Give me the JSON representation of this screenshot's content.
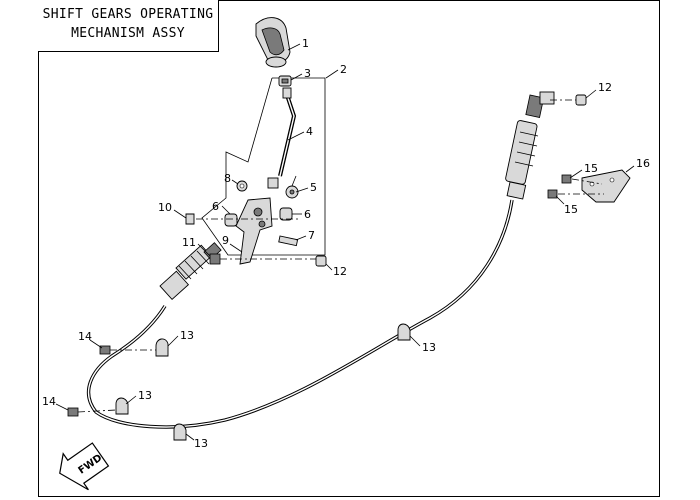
{
  "title": {
    "line1": "SHIFT GEARS OPERATING",
    "line2": "MECHANISM ASSY"
  },
  "callouts": [
    {
      "id": "c1",
      "text": "1"
    },
    {
      "id": "c2",
      "text": "2"
    },
    {
      "id": "c3",
      "text": "3"
    },
    {
      "id": "c4",
      "text": "4"
    },
    {
      "id": "c5",
      "text": "5"
    },
    {
      "id": "c6a",
      "text": "6"
    },
    {
      "id": "c6b",
      "text": "6"
    },
    {
      "id": "c7",
      "text": "7"
    },
    {
      "id": "c8",
      "text": "8"
    },
    {
      "id": "c9",
      "text": "9"
    },
    {
      "id": "c10",
      "text": "10"
    },
    {
      "id": "c11",
      "text": "11"
    },
    {
      "id": "c12a",
      "text": "12"
    },
    {
      "id": "c12b",
      "text": "12"
    },
    {
      "id": "c13a",
      "text": "13"
    },
    {
      "id": "c13b",
      "text": "13"
    },
    {
      "id": "c13c",
      "text": "13"
    },
    {
      "id": "c13d",
      "text": "13"
    },
    {
      "id": "c14a",
      "text": "14"
    },
    {
      "id": "c14b",
      "text": "14"
    },
    {
      "id": "c15a",
      "text": "15"
    },
    {
      "id": "c15b",
      "text": "15"
    },
    {
      "id": "c16",
      "text": "16"
    }
  ],
  "direction_arrow": {
    "text": "FWD"
  }
}
